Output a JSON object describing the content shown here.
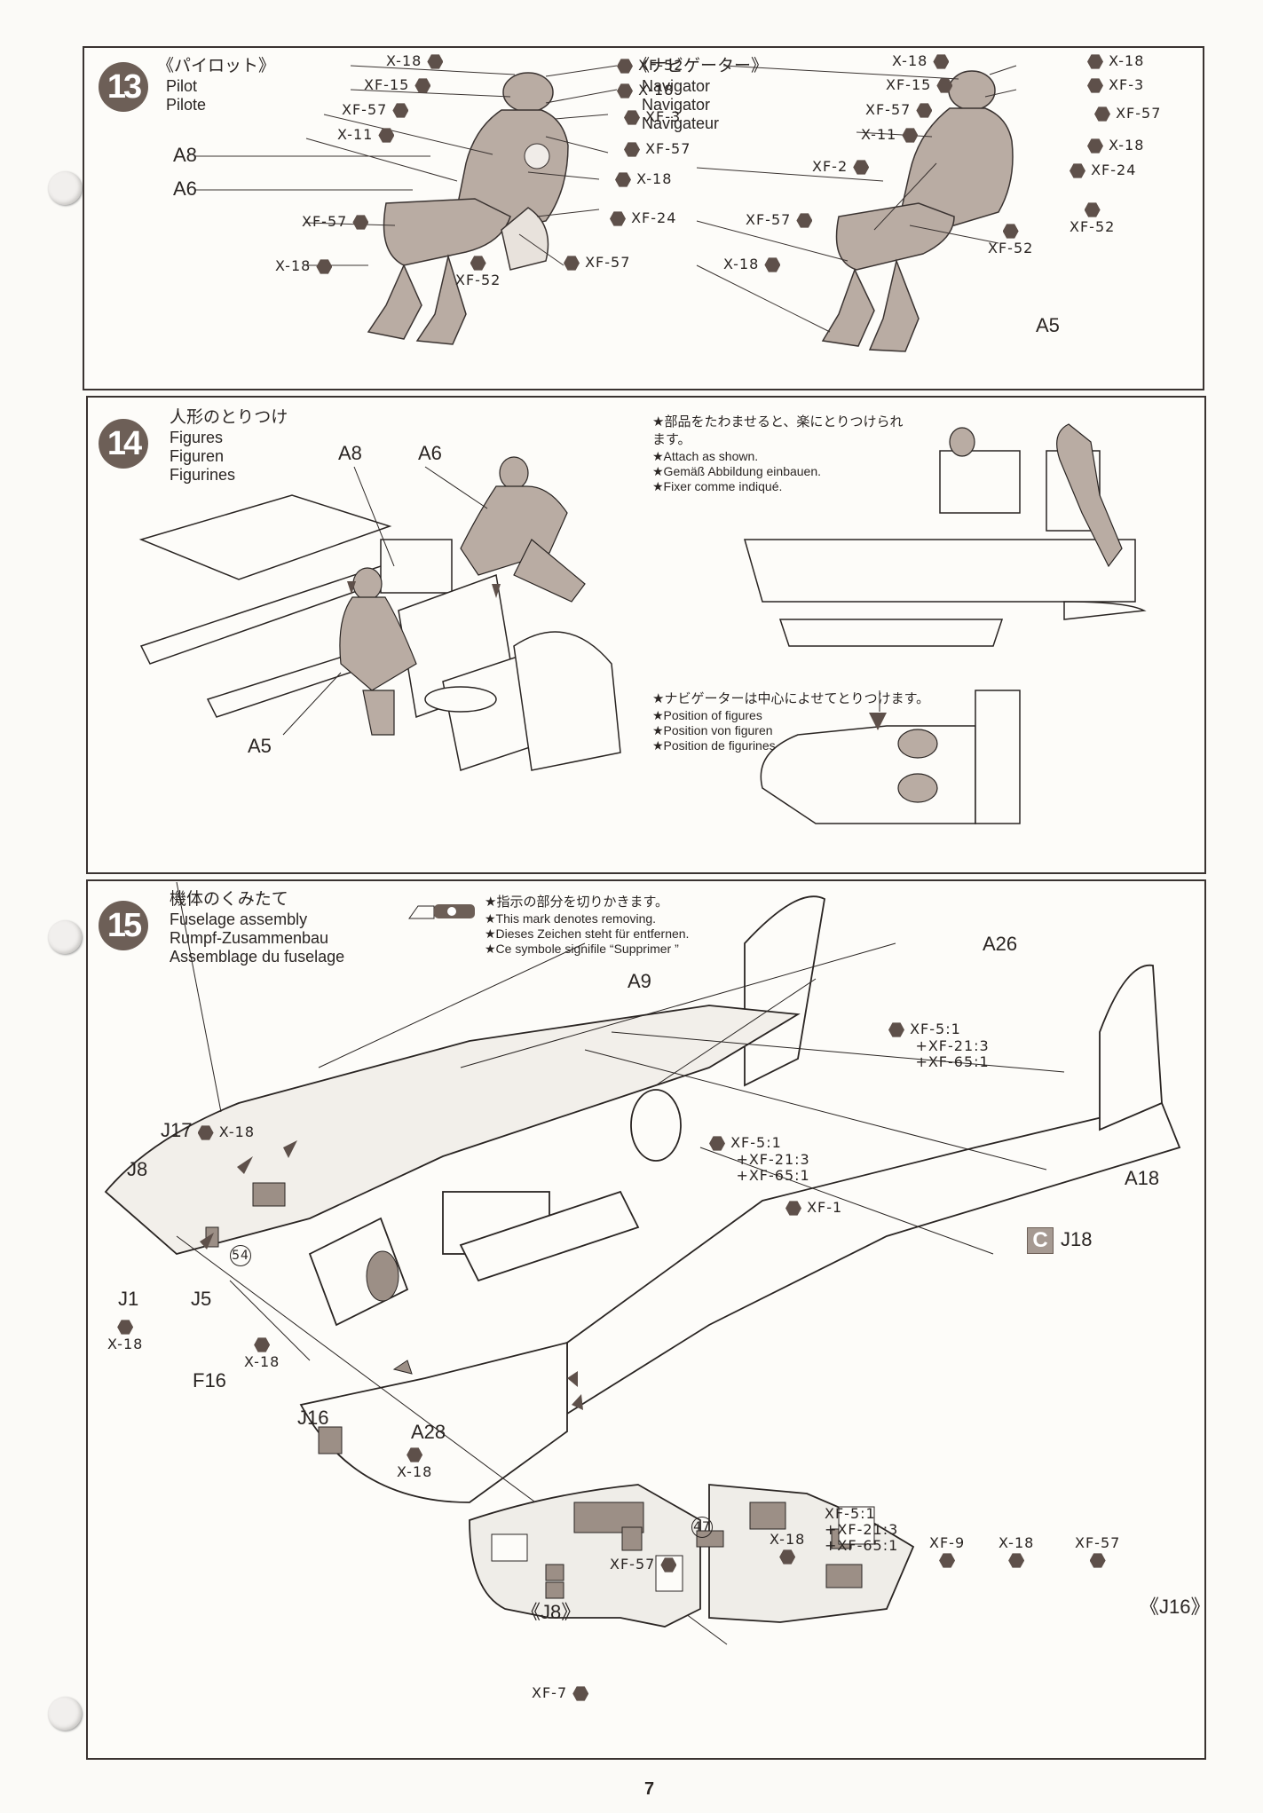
{
  "page_number": "7",
  "step13": {
    "number": "13",
    "title_jp": "《パイロット》",
    "title_en": "Pilot",
    "title_fr": "Pilote",
    "pilot_parts": [
      "A8",
      "A6"
    ],
    "pilot_paints": [
      "X-18",
      "XF-15",
      "XF-57",
      "X-11",
      "XF-57",
      "X-18",
      "XF-52",
      "X-18",
      "XF-3",
      "XF-57",
      "X-18",
      "XF-24",
      "XF-57",
      "XF-52"
    ],
    "navigator_title_jp": "《ナビゲーター》",
    "navigator_title_en": "Navigator",
    "navigator_title_de": "Navigator",
    "navigator_title_fr": "Navigateur",
    "navigator_part": "A5",
    "navigator_paints": [
      "X-18",
      "XF-15",
      "XF-57",
      "X-11",
      "XF-2",
      "XF-57",
      "X-18",
      "XF-52",
      "X-18",
      "XF-3",
      "XF-57",
      "X-18",
      "XF-24",
      "XF-52"
    ]
  },
  "step14": {
    "number": "14",
    "title_jp": "人形のとりつけ",
    "title_en": "Figures",
    "title_de": "Figuren",
    "title_fr": "Figurines",
    "parts": [
      "A8",
      "A6",
      "A5"
    ],
    "note1_jp": "★部品をたわませると、楽にとりつけられます。",
    "note1_en": "★Attach as shown.",
    "note1_de": "★Gemäß Abbildung einbauen.",
    "note1_fr": "★Fixer comme indiqué.",
    "note2_jp": "★ナビゲーターは中心によせてとりつけます。",
    "note2_en": "★Position of figures",
    "note2_de": "★Position von figuren",
    "note2_fr": "★Position de figurines"
  },
  "step15": {
    "number": "15",
    "title_jp": "機体のくみたて",
    "title_en": "Fuselage assembly",
    "title_de": "Rumpf-Zusammenbau",
    "title_fr": "Assemblage du fuselage",
    "remove_note_jp": "★指示の部分を切りかきます。",
    "remove_note_en": "★This mark denotes removing.",
    "remove_note_de": "★Dieses Zeichen steht für entfernen.",
    "remove_note_fr": "★Ce symbole signifile “Supprimer ”",
    "parts": {
      "a9": "A9",
      "a26": "A26",
      "a18": "A18",
      "j18": "J18",
      "c": "C",
      "j17": "J17",
      "j8": "J8",
      "j1": "J1",
      "j5": "J5",
      "f16": "F16",
      "j16": "J16",
      "a28": "A28",
      "ref54": "54",
      "ref47": "47"
    },
    "paints": {
      "j17": "X-18",
      "j1": "X-18",
      "f16": "X-18",
      "a28": "X-18",
      "xf1": "XF-1",
      "mix_a26": [
        "XF-5:1",
        "+XF-21:3",
        "+XF-65:1"
      ],
      "mix_a9": [
        "XF-5:1",
        "+XF-21:3",
        "+XF-65:1"
      ]
    },
    "detail": {
      "j8_label": "《J8》",
      "j16_label": "《J16》",
      "xf57": "XF-57",
      "x18a": "X-18",
      "mix": [
        "XF-5:1",
        "+XF-21:3",
        "+XF-65:1"
      ],
      "xf9": "XF-9",
      "x18b": "X-18",
      "xf57b": "XF-57",
      "xf7": "XF-7"
    }
  }
}
